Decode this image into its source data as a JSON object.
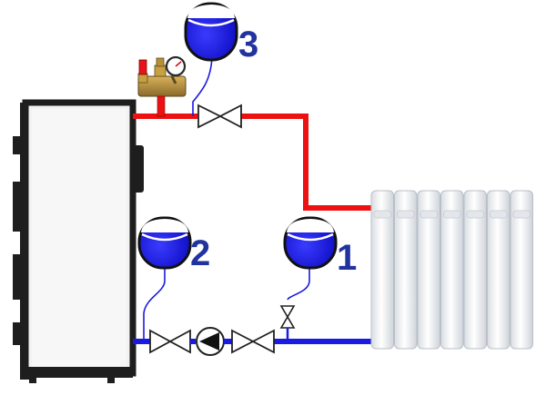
{
  "diagram": {
    "labels": {
      "tank1": "1",
      "tank2": "2",
      "tank3": "3"
    },
    "colors": {
      "supply_pipe": "#ee1111",
      "return_pipe": "#1a1ae0",
      "tank_fill": "#1a1ae0",
      "label": "#2233a0",
      "boiler_body": "#f2f2f2",
      "boiler_frame": "#1e1e1e",
      "radiator": "#f1f3f5"
    }
  }
}
